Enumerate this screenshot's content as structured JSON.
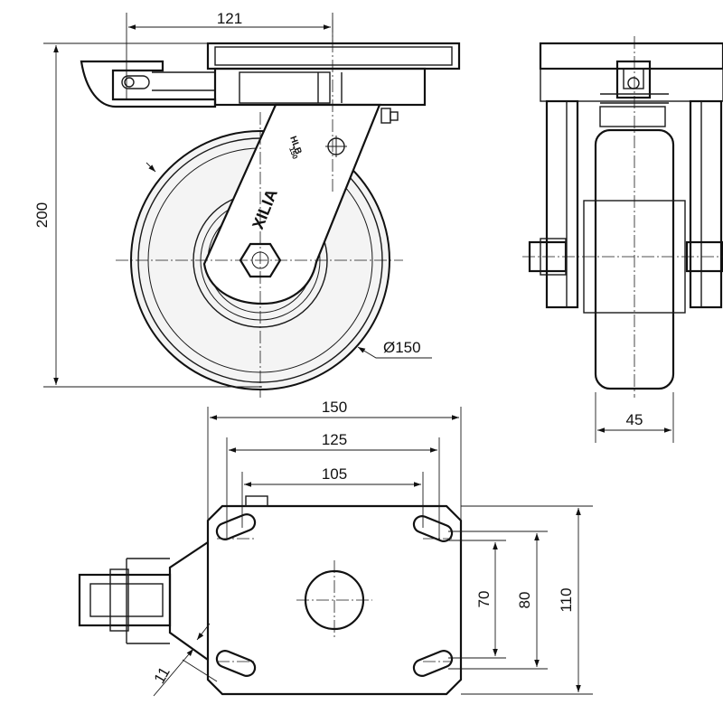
{
  "dimensions": {
    "offset": "121",
    "total_height": "200",
    "wheel_diameter": "Ø150",
    "wheel_width": "45",
    "plate_width": "150",
    "hole_span_outer": "125",
    "hole_span_inner": "105",
    "hole_span_short": "70",
    "hole_span_long": "80",
    "plate_length": "110",
    "slot_width": "11"
  },
  "markings": {
    "series": "HLB",
    "size": "150",
    "brand": "XILIA"
  }
}
